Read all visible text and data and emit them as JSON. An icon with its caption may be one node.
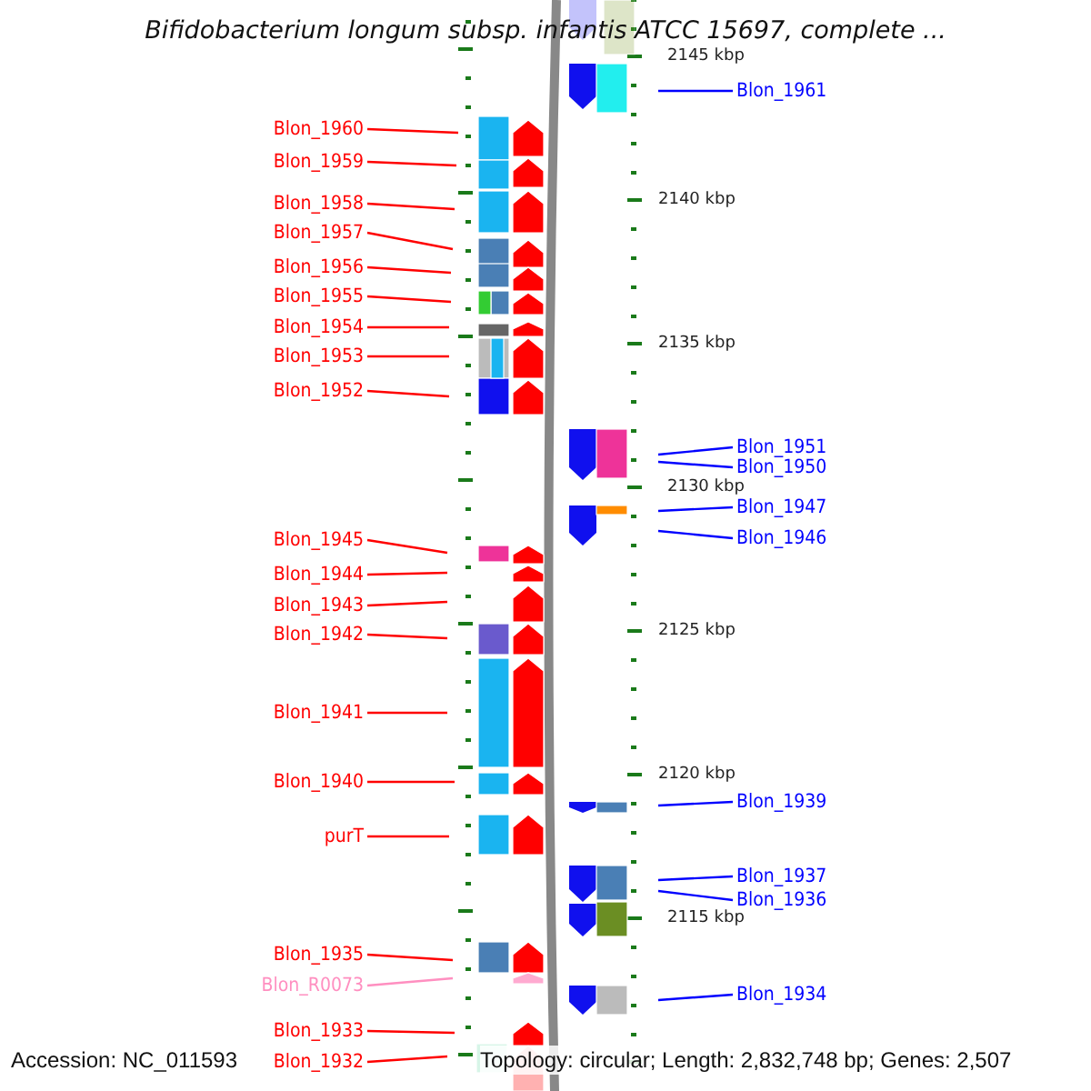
{
  "diagram": {
    "title": "Bifidobacterium longum subsp. infantis ATCC 15697, complete ...",
    "nodes": [
      {
        "text": [
          "Blon_1960"
        ]
      },
      {
        "text": [
          "Blon_1959"
        ]
      },
      {
        "text": [
          "Blon_1958"
        ]
      },
      {
        "text": [
          "Blon_1957"
        ]
      },
      {
        "text": [
          "Blon_1956"
        ]
      },
      {
        "text": [
          "Blon_1955"
        ]
      },
      {
        "text": [
          "Blon_1954"
        ]
      },
      {
        "text": [
          "Blon_1953"
        ]
      },
      {
        "text": [
          "Blon_1952"
        ]
      },
      {
        "text": [
          "Blon_1945"
        ]
      },
      {
        "text": [
          "Blon_1944"
        ]
      },
      {
        "text": [
          "Blon_1943"
        ]
      },
      {
        "text": [
          "Blon_1942"
        ]
      },
      {
        "text": [
          "Blon_1941"
        ]
      },
      {
        "text": [
          "Blon_1940"
        ]
      },
      {
        "text": [
          "purT"
        ]
      },
      {
        "text": [
          "Blon_1935"
        ]
      },
      {
        "text": [
          "Blon_R0073"
        ]
      },
      {
        "text": [
          "Blon_1933"
        ]
      },
      {
        "text": [
          "Blon_1932"
        ]
      },
      {
        "text": [
          "Blon_1961"
        ]
      },
      {
        "text": [
          "Blon_1951"
        ]
      },
      {
        "text": [
          "Blon_1950"
        ]
      },
      {
        "text": [
          "Blon_1947"
        ]
      },
      {
        "text": [
          "Blon_1946"
        ]
      },
      {
        "text": [
          "Blon_1939"
        ]
      },
      {
        "text": [
          "Blon_1937"
        ]
      },
      {
        "text": [
          "Blon_1936"
        ]
      },
      {
        "text": [
          "Blon_1934"
        ]
      }
    ],
    "edges": [
      {
        "from": 0,
        "to": null,
        "arrow": "none"
      },
      {
        "from": 1,
        "to": null,
        "arrow": "none"
      },
      {
        "from": 2,
        "to": null,
        "arrow": "none"
      },
      {
        "from": 3,
        "to": null,
        "arrow": "none"
      },
      {
        "from": 4,
        "to": null,
        "arrow": "none"
      },
      {
        "from": 5,
        "to": null,
        "arrow": "none"
      },
      {
        "from": 6,
        "to": null,
        "arrow": "none"
      },
      {
        "from": 7,
        "to": null,
        "arrow": "none"
      },
      {
        "from": 8,
        "to": null,
        "arrow": "none"
      },
      {
        "from": 9,
        "to": null,
        "arrow": "none"
      },
      {
        "from": 10,
        "to": null,
        "arrow": "none"
      },
      {
        "from": 11,
        "to": null,
        "arrow": "none"
      },
      {
        "from": 12,
        "to": null,
        "arrow": "none"
      },
      {
        "from": 13,
        "to": null,
        "arrow": "none"
      },
      {
        "from": 14,
        "to": null,
        "arrow": "none"
      },
      {
        "from": 15,
        "to": null,
        "arrow": "none"
      },
      {
        "from": 16,
        "to": null,
        "arrow": "none"
      },
      {
        "from": 17,
        "to": null,
        "arrow": "none",
        "color": "#ff8fc0"
      },
      {
        "from": 18,
        "to": null,
        "arrow": "none"
      },
      {
        "from": 19,
        "to": null,
        "arrow": "none"
      },
      {
        "from": 20,
        "to": null,
        "arrow": "none",
        "color": "#0000ff"
      },
      {
        "from": 21,
        "to": null,
        "arrow": "none",
        "color": "#0000ff"
      },
      {
        "from": 22,
        "to": null,
        "arrow": "none",
        "color": "#0000ff"
      },
      {
        "from": 23,
        "to": null,
        "arrow": "none",
        "color": "#0000ff"
      },
      {
        "from": 24,
        "to": null,
        "arrow": "none",
        "color": "#0000ff"
      },
      {
        "from": 25,
        "to": null,
        "arrow": "none",
        "color": "#0000ff"
      },
      {
        "from": 26,
        "to": null,
        "arrow": "none",
        "color": "#0000ff"
      },
      {
        "from": 27,
        "to": null,
        "arrow": "none",
        "color": "#0000ff"
      },
      {
        "from": 28,
        "to": null,
        "arrow": "none",
        "color": "#0000ff"
      }
    ],
    "labels": [
      "2145 kbp",
      "2140 kbp",
      "2135 kbp",
      "2130 kbp",
      "2125 kbp",
      "2120 kbp",
      "2115 kbp",
      "Accession: NC_011593",
      "Topology: circular; Length: 2,832,748 bp; Genes: 2,507"
    ]
  }
}
